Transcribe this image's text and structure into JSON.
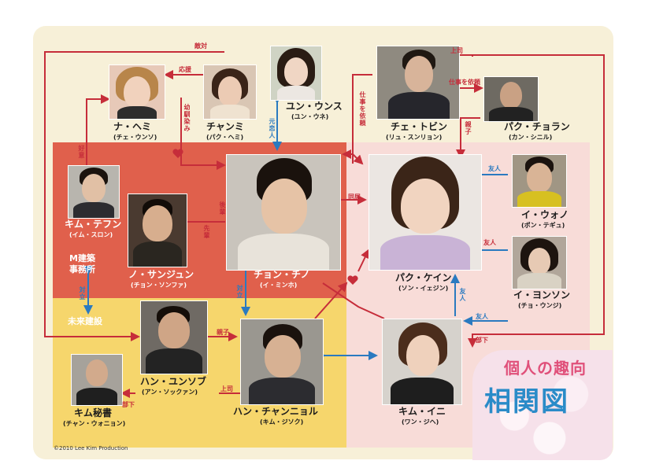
{
  "people": {
    "na_hemi": {
      "name": "ナ・ヘミ",
      "actor": "(チェ・ウンソ)"
    },
    "chanmi": {
      "name": "チャンミ",
      "actor": "(パク・ヘミ)"
    },
    "yun_unsu": {
      "name": "ユン・ウンス",
      "actor": "(ユン・ウネ)"
    },
    "che_tobin": {
      "name": "チェ・トビン",
      "actor": "(リュ・スンリョン)"
    },
    "paku_choran": {
      "name": "パク・チョラン",
      "actor": "(カン・シニル)"
    },
    "kim_tefun": {
      "name": "キム・テフン",
      "actor": "(イム・スロン)"
    },
    "no_sanjun": {
      "name": "ノ・サンジュン",
      "actor": "(チョン・ソンファ)"
    },
    "chon_chino": {
      "name": "チョン・チノ",
      "actor": "(イ・ミンホ)"
    },
    "paku_kein": {
      "name": "パク・ケイン",
      "actor": "(ソン・イェジン)"
    },
    "i_uono": {
      "name": "イ・ウォノ",
      "actor": "(ポン・テギュ)"
    },
    "i_yonson": {
      "name": "イ・ヨンソン",
      "actor": "(チョ・ウンジ)"
    },
    "han_yunsobu": {
      "name": "ハン・ユンソブ",
      "actor": "(アン・ソックァン)"
    },
    "han_channyoru": {
      "name": "ハン・チャンニョル",
      "actor": "(キム・ジソク)"
    },
    "kim_ini": {
      "name": "キム・イニ",
      "actor": "(ワン・ジヘ)"
    },
    "kim_secretary": {
      "name": "キム秘書",
      "actor": "(チャン・ウォニョン)"
    }
  },
  "organizations": {
    "m_kenchiku_line1": "M建築",
    "m_kenchiku_line2": "事務所",
    "mirai": "未来建設"
  },
  "relations": {
    "tekitai": "敵対",
    "ouen": "応援",
    "osananajimi": "幼馴染み",
    "koui": "好意",
    "motokoibito": "元恋人",
    "shigoto_irai_v": "仕事を依頼",
    "joshi_top": "上司",
    "shigoto_irai": "仕事を依頼",
    "oyako_top": "親子",
    "yuujin1": "友人",
    "yuujin2": "友人",
    "yuujin3": "友人",
    "yuujin4": "友人",
    "doukyo": "同居",
    "kouhai": "後輩",
    "senpai": "先輩",
    "tairitsu1": "対立",
    "tairitsu2": "対立",
    "oyako": "親子",
    "joshi": "上司",
    "buka1": "部下",
    "buka2": "部下"
  },
  "title": {
    "sub": "個人の趣向",
    "main": "相関図"
  },
  "copyright": "©2010 Lee Kim Production",
  "colors": {
    "red_zone": "#e0604c",
    "yellow_zone": "#f6d66c",
    "pink_zone": "#f8dcd8",
    "line_red": "#c62d3a",
    "line_blue": "#2a7ac0",
    "title_blue": "#2a8bc8"
  }
}
